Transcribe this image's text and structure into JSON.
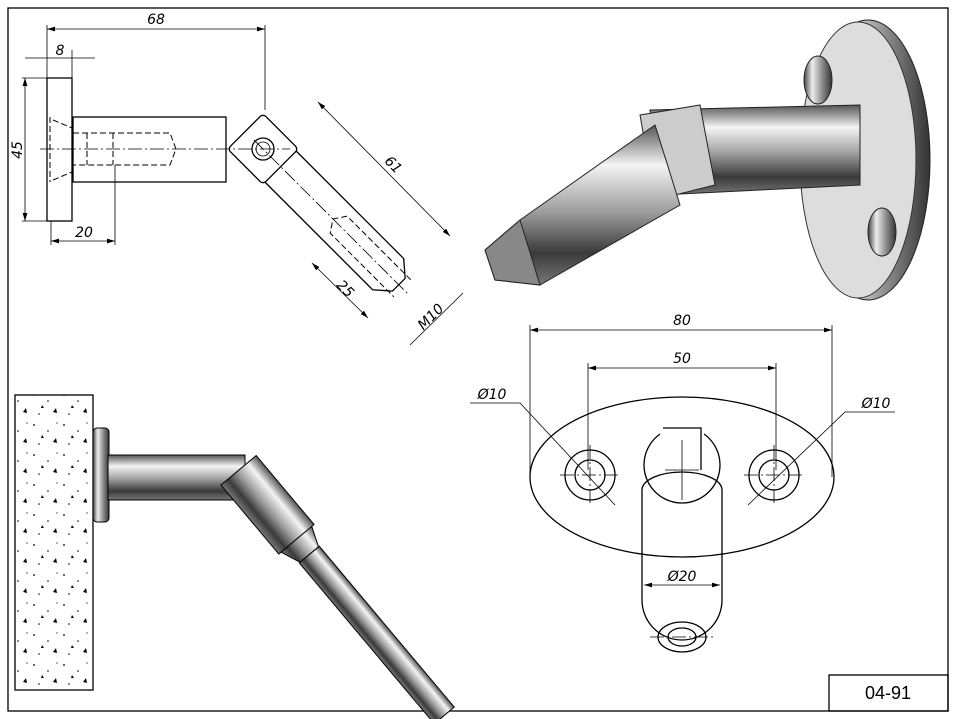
{
  "drawing_number": "04-91",
  "side_view": {
    "dimensions": {
      "overall_length": "68",
      "plate_thickness": "8",
      "plate_height": "45",
      "thread_depth": "20",
      "arm_length": "61",
      "arm_thread_depth": "25",
      "thread_size": "M10"
    }
  },
  "front_view": {
    "dimensions": {
      "plate_width": "80",
      "hole_spacing": "50",
      "hole_left_dia": "Ø10",
      "hole_right_dia": "Ø10",
      "tube_dia": "Ø20"
    }
  }
}
